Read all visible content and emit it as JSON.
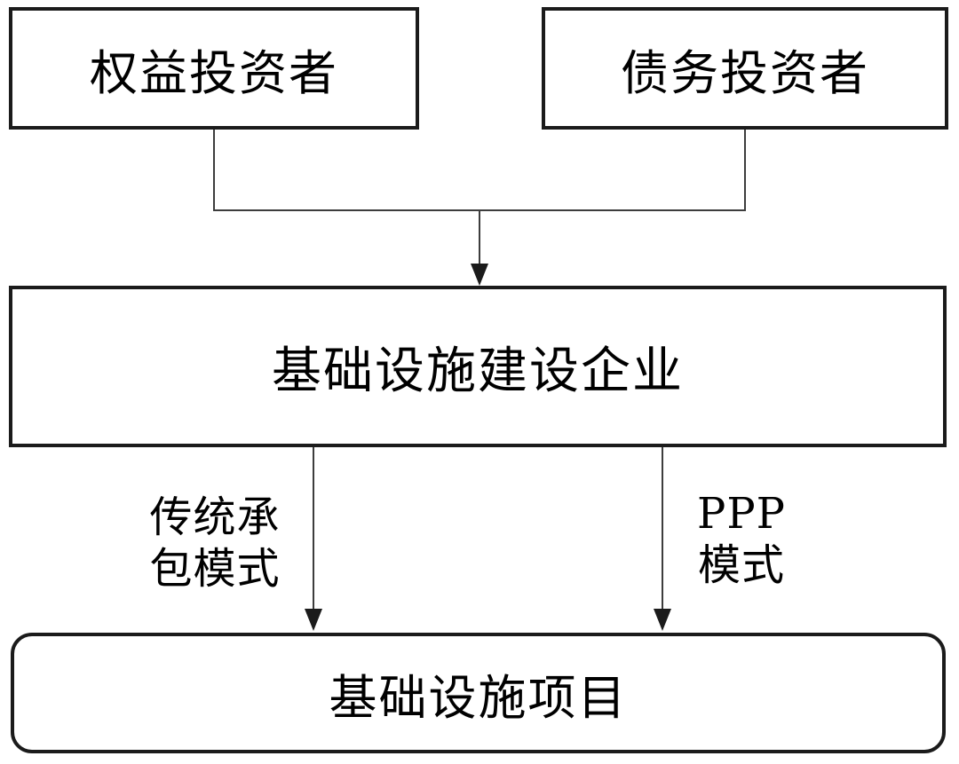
{
  "diagram": {
    "nodes": {
      "equity_investors": {
        "label": "权益投资者"
      },
      "debt_investors": {
        "label": "债务投资者"
      },
      "construction_enterprise": {
        "label": "基础设施建设企业"
      },
      "infrastructure_project": {
        "label": "基础设施项目"
      }
    },
    "edge_labels": {
      "traditional_contracting": {
        "lines": [
          "传统承",
          "包模式"
        ]
      },
      "ppp": {
        "lines": [
          "PPP",
          "模式"
        ]
      }
    },
    "colors": {
      "box_border": "#1b1b1b",
      "connector_line": "#3d3d3d",
      "arrowhead": "#1b1b1b",
      "background": "#ffffff",
      "text": "#000000"
    }
  }
}
